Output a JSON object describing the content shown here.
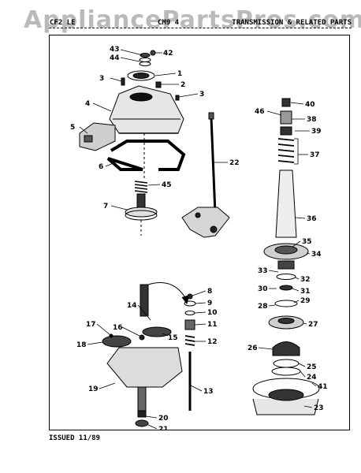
{
  "watermark": "AppliancePartsPros.com",
  "header": {
    "left": "CF2 LE",
    "middle": "CM9 4",
    "right": "TRANSMISSION & RELATED PARTS"
  },
  "footer": {
    "issued": "ISSUED 11/89"
  },
  "callouts": {
    "n1": "1",
    "n2": "2",
    "n3a": "3",
    "n3b": "3",
    "n4": "4",
    "n5": "5",
    "n6": "6",
    "n7": "7",
    "n8": "8",
    "n9": "9",
    "n10": "10",
    "n11": "11",
    "n12": "12",
    "n13": "13",
    "n14": "14",
    "n15": "15",
    "n16": "16",
    "n17": "17",
    "n18": "18",
    "n19": "19",
    "n20": "20",
    "n21": "21",
    "n22": "22",
    "n23": "23",
    "n24": "24",
    "n25": "25",
    "n26": "26",
    "n27": "27",
    "n28": "28",
    "n29": "29",
    "n30": "30",
    "n31": "31",
    "n32": "32",
    "n33": "33",
    "n34": "34",
    "n35": "35",
    "n36": "36",
    "n37": "37",
    "n38": "38",
    "n39": "39",
    "n40": "40",
    "n41": "41",
    "n42": "42",
    "n43": "43",
    "n44": "44",
    "n45": "45",
    "n46": "46"
  }
}
